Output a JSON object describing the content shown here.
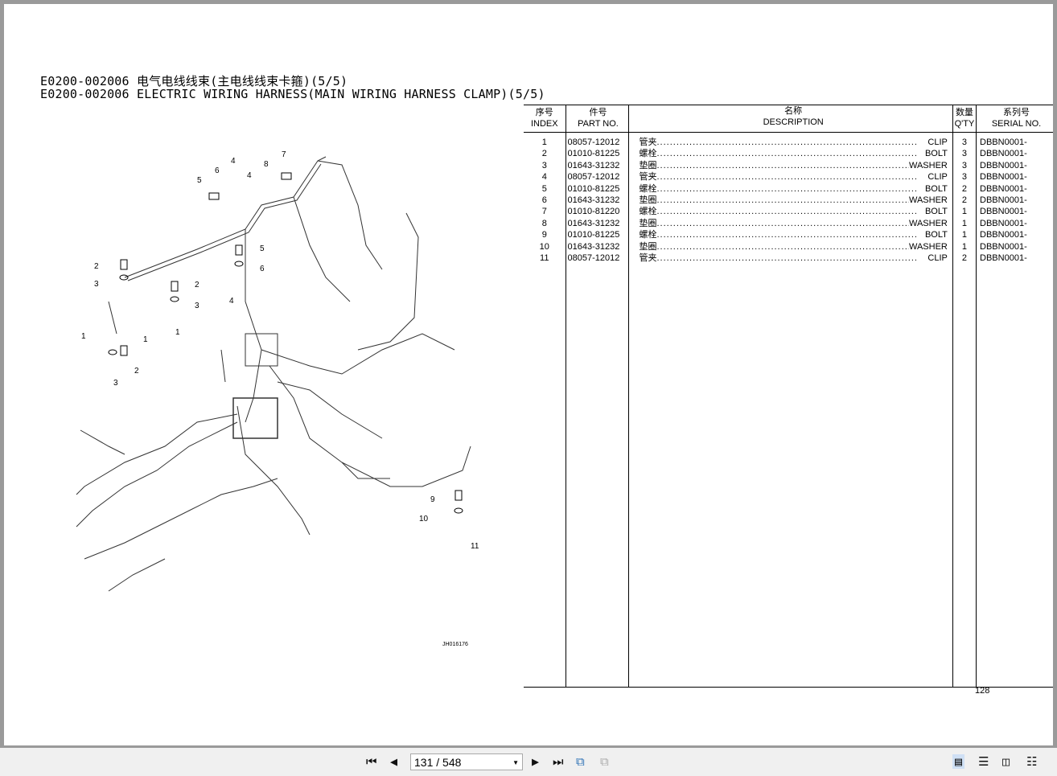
{
  "title_cn": "E0200-002006 电气电线线束(主电线线束卡箍)(5/5)",
  "title_en": "E0200-002006 ELECTRIC WIRING HARNESS(MAIN WIRING HARNESS CLAMP)(5/5)",
  "table": {
    "headers": [
      {
        "cn": "序号",
        "en": "INDEX"
      },
      {
        "cn": "件号",
        "en": "PART NO."
      },
      {
        "cn": "名称",
        "en": "DESCRIPTION"
      },
      {
        "cn": "数量",
        "en": "Q'TY"
      },
      {
        "cn": "系列号",
        "en": "SERIAL NO."
      }
    ],
    "rows": [
      {
        "index": "1",
        "part": "08057-12012",
        "name_cn": "管夹",
        "name_en": "CLIP",
        "qty": "3",
        "serial": "DBBN0001-"
      },
      {
        "index": "2",
        "part": "01010-81225",
        "name_cn": "螺栓",
        "name_en": "BOLT",
        "qty": "3",
        "serial": "DBBN0001-"
      },
      {
        "index": "3",
        "part": "01643-31232",
        "name_cn": "垫圈",
        "name_en": "WASHER",
        "qty": "3",
        "serial": "DBBN0001-"
      },
      {
        "index": "4",
        "part": "08057-12012",
        "name_cn": "管夹",
        "name_en": "CLIP",
        "qty": "3",
        "serial": "DBBN0001-"
      },
      {
        "index": "5",
        "part": "01010-81225",
        "name_cn": "螺栓",
        "name_en": "BOLT",
        "qty": "2",
        "serial": "DBBN0001-"
      },
      {
        "index": "6",
        "part": "01643-31232",
        "name_cn": "垫圈",
        "name_en": "WASHER",
        "qty": "2",
        "serial": "DBBN0001-"
      },
      {
        "index": "7",
        "part": "01010-81220",
        "name_cn": "螺栓",
        "name_en": "BOLT",
        "qty": "1",
        "serial": "DBBN0001-"
      },
      {
        "index": "8",
        "part": "01643-31232",
        "name_cn": "垫圈",
        "name_en": "WASHER",
        "qty": "1",
        "serial": "DBBN0001-"
      },
      {
        "index": "9",
        "part": "01010-81225",
        "name_cn": "螺栓",
        "name_en": "BOLT",
        "qty": "1",
        "serial": "DBBN0001-"
      },
      {
        "index": "10",
        "part": "01643-31232",
        "name_cn": "垫圈",
        "name_en": "WASHER",
        "qty": "1",
        "serial": "DBBN0001-"
      },
      {
        "index": "11",
        "part": "08057-12012",
        "name_cn": "管夹",
        "name_en": "CLIP",
        "qty": "2",
        "serial": "DBBN0001-"
      }
    ]
  },
  "page_number": "128",
  "diagram": {
    "code": "JH016176",
    "callouts": [
      "7",
      "4",
      "8",
      "6",
      "4",
      "5",
      "5",
      "6",
      "2",
      "3",
      "2",
      "3",
      "1",
      "1",
      "1",
      "4",
      "3",
      "2",
      "9",
      "10",
      "11"
    ]
  },
  "toolbar": {
    "page_field": "131 / 548"
  }
}
